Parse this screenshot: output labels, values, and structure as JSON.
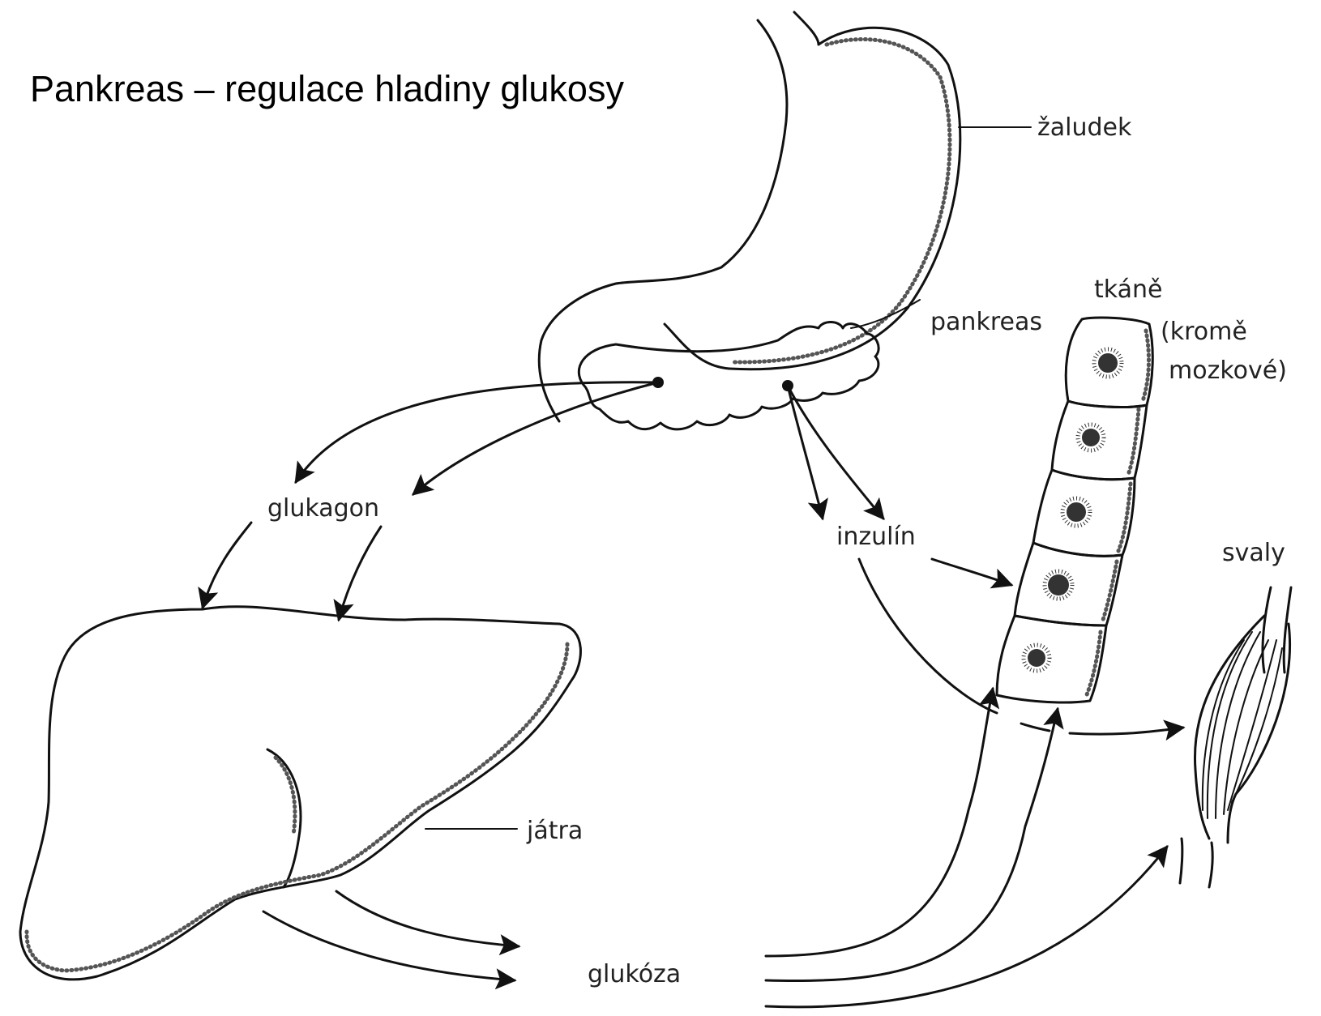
{
  "title": "Pankreas – regulace hladiny glukosy",
  "labels": {
    "stomach": "žaludek",
    "pancreas": "pankreas",
    "tissues": "tkáně",
    "tissues_note_line1": "(kromě",
    "tissues_note_line2": "mozkové)",
    "glucagon": "glukagon",
    "insulin": "inzulín",
    "muscles": "svaly",
    "liver": "játra",
    "glucose": "glukóza"
  }
}
